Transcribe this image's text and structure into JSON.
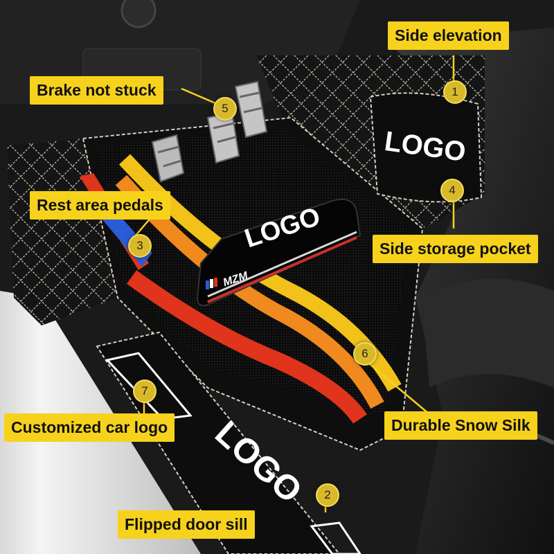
{
  "callouts": [
    {
      "number": "1",
      "text": "Side elevation"
    },
    {
      "number": "2",
      "text": "Flipped door sill"
    },
    {
      "number": "3",
      "text": "Rest area pedals"
    },
    {
      "number": "4",
      "text": "Side storage pocket"
    },
    {
      "number": "5",
      "text": "Brake not stuck"
    },
    {
      "number": "6",
      "text": "Durable Snow Silk"
    },
    {
      "number": "7",
      "text": "Customized car logo"
    }
  ],
  "mat_texts": {
    "pocket_logo": "LOGO",
    "heel_pad_logo": "LOGO",
    "sill_logo": "LOGO",
    "heel_pad_brand": "MZM"
  },
  "colors": {
    "label_background": "#f7d21c",
    "badge": "#d9b92a",
    "stripe_yellow": "#f2c21a",
    "stripe_orange": "#f08a1e",
    "stripe_red": "#e0341c",
    "stripe_blue": "#2a5cd6",
    "stitching": "#d8cfbf"
  }
}
